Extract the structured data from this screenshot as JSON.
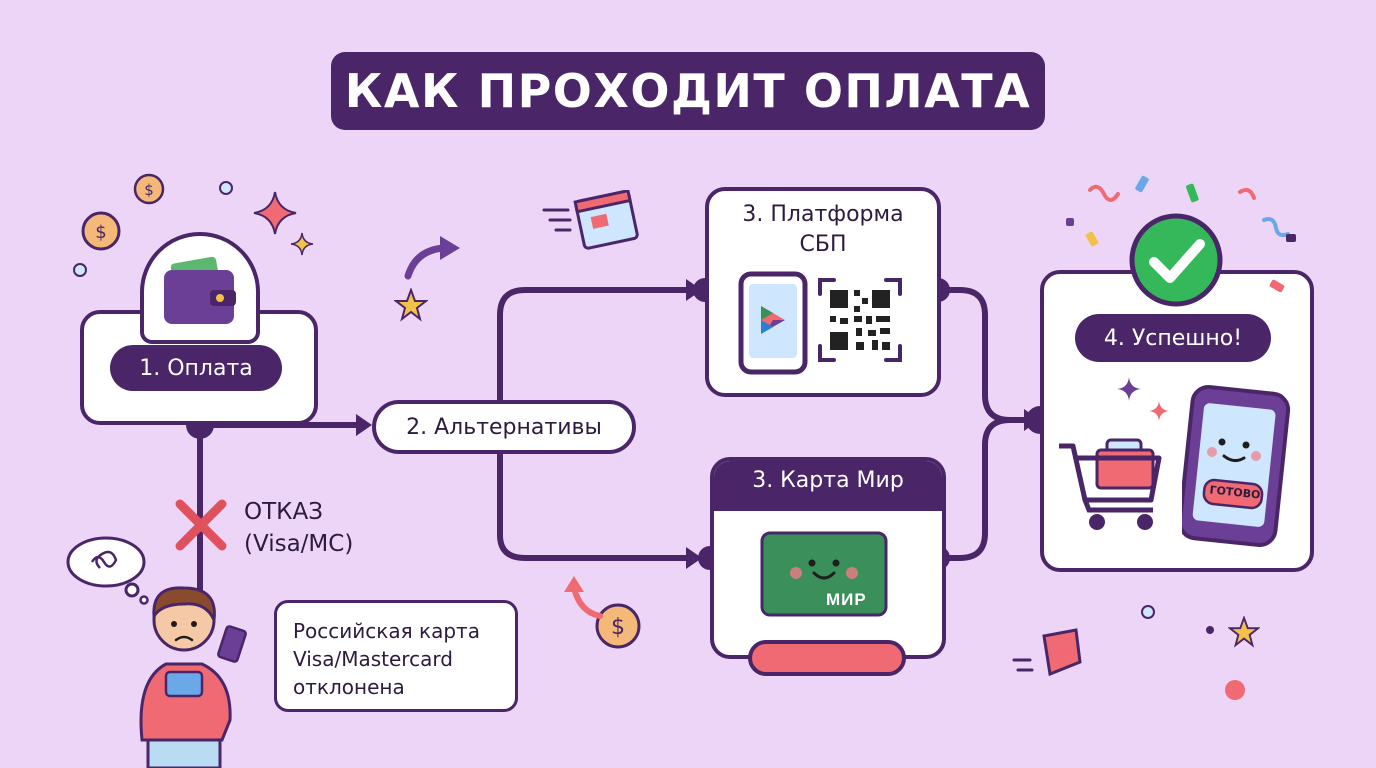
{
  "title": "КАК ПРОХОДИТ ОПЛАТА",
  "steps": {
    "payment": "1. Оплата",
    "alternatives": "2. Альтернативы",
    "sbp": "3. Платформа\nСБП",
    "mir": "3. Карта Мир",
    "success": "4. Успешно!"
  },
  "refusal": {
    "label": "ОТКАЗ\n(Visa/MC)"
  },
  "speech": "Российская карта\nVisa/Mastercard\nотклонена",
  "mir_logo": "МИР",
  "ready_badge": "ГОТОВО",
  "colors": {
    "background": "#ecd5f7",
    "primary": "#4a2669",
    "mir_green": "#3a8f5a",
    "success_green": "#35b85a",
    "error_red": "#e0515e",
    "accent_pink": "#ef6a73"
  },
  "icons": [
    "wallet-icon",
    "cross-icon",
    "phone-sbp-icon",
    "qr-code-icon",
    "mir-card-icon",
    "checkmark-icon",
    "shopping-cart-icon",
    "happy-phone-icon",
    "coin-icon",
    "star-icon",
    "confetti-icon"
  ]
}
